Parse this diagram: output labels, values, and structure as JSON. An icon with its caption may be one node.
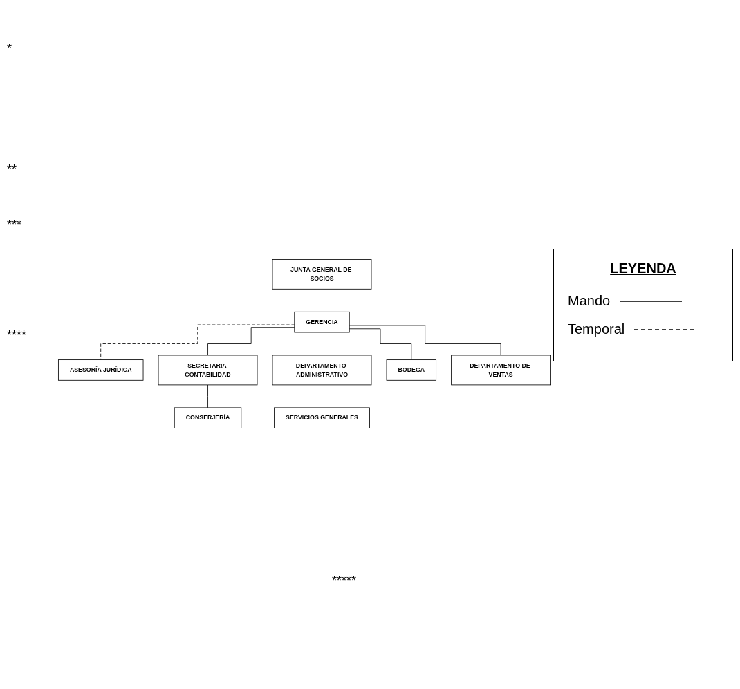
{
  "diagram": {
    "nodes": [
      {
        "text": [
          "JUNTA GENERAL DE SOCIOS"
        ]
      },
      {
        "text": [
          "GERENCIA"
        ]
      },
      {
        "text": [
          "ASESORÍA JURÍDICA"
        ]
      },
      {
        "text": [
          "SECRETARIA CONTABILIDAD"
        ]
      },
      {
        "text": [
          "CONSERJERÍA"
        ]
      },
      {
        "text": [
          "DEPARTAMENTO ADMINISTRATIVO"
        ]
      },
      {
        "text": [
          "BODEGA"
        ]
      },
      {
        "text": [
          "DEPARTAMENTO DE VENTAS"
        ]
      },
      {
        "text": [
          "SERVICIOS GENERALES"
        ]
      }
    ],
    "edges": [
      {
        "from": 0,
        "to": 1,
        "arrow": "none"
      },
      {
        "from": 1,
        "to": 2,
        "arrow": "none",
        "style": "dashed"
      },
      {
        "from": 1,
        "to": 3,
        "arrow": "none"
      },
      {
        "from": 3,
        "to": 4,
        "arrow": "none"
      },
      {
        "from": 1,
        "to": 5,
        "arrow": "none"
      },
      {
        "from": 1,
        "to": 6,
        "arrow": "none"
      },
      {
        "from": 1,
        "to": 7,
        "arrow": "none"
      },
      {
        "from": 5,
        "to": 8,
        "arrow": "none"
      }
    ],
    "labels": [
      "*",
      "**",
      "***",
      "****",
      "*****",
      "LEYENDA"
    ],
    "legend": [
      {
        "text": "Mando"
      },
      {
        "text": "Temporal"
      }
    ]
  }
}
